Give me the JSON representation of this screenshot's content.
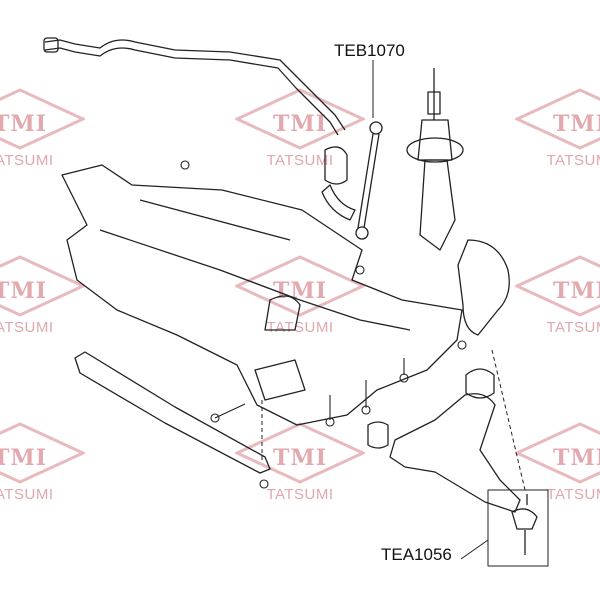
{
  "watermark": {
    "logo": "TMI",
    "brand": "TATSUMI",
    "color": "#e3a9ae"
  },
  "callouts": [
    {
      "part_number": "TEB1070"
    },
    {
      "part_number": "TEA1056"
    }
  ]
}
